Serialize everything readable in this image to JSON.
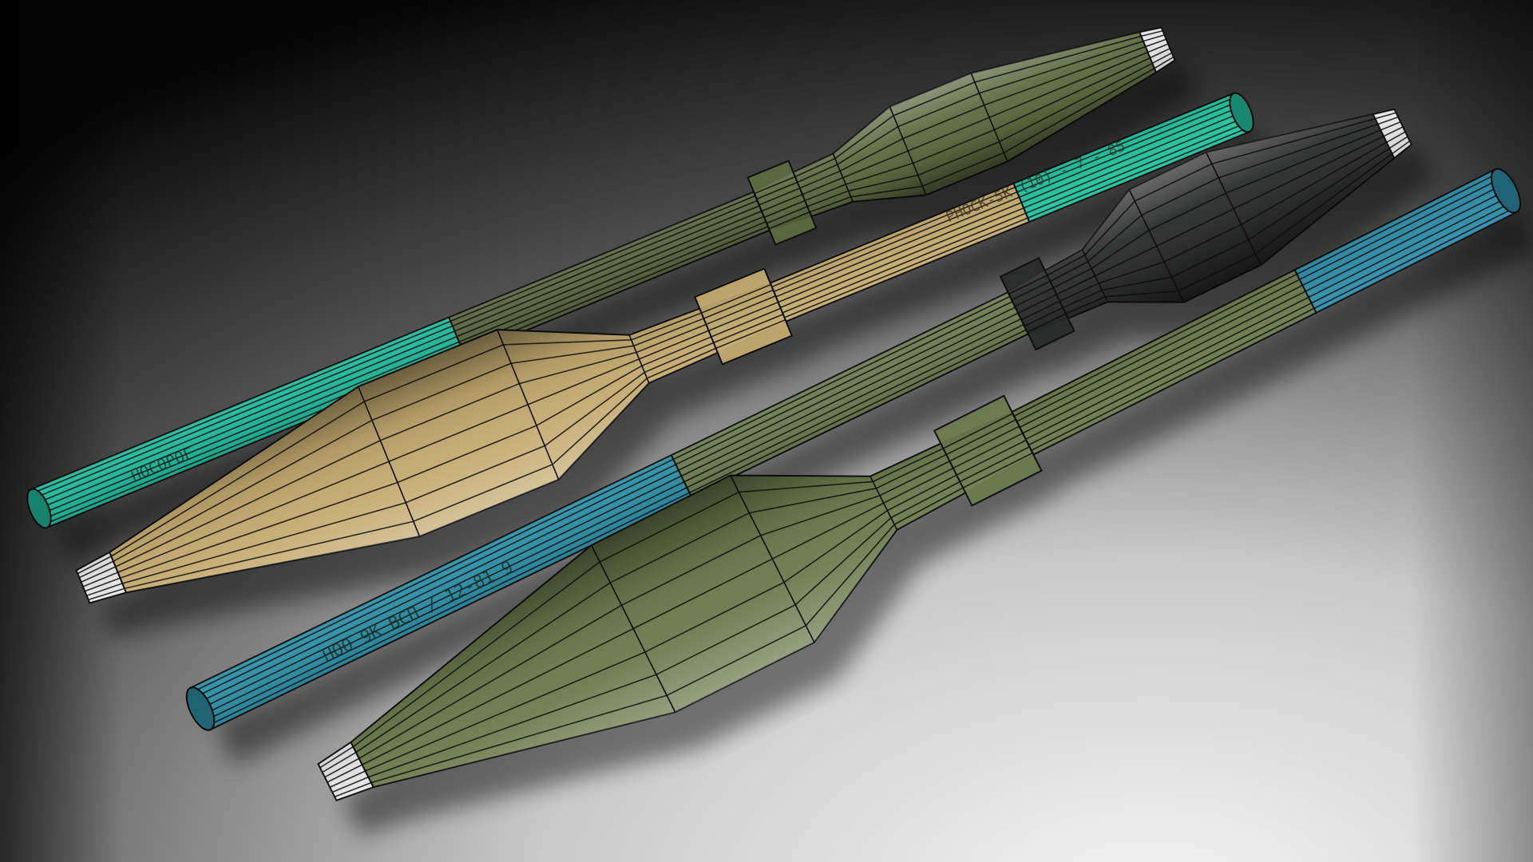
{
  "scene": {
    "background_top": "#050505",
    "background_bottom": "#f2f2f2",
    "outline_color": "#0d0d0d",
    "tip_cap_color": "#e6e6e6"
  },
  "rockets": [
    {
      "name": "rocket-1",
      "tail_color": "#1fb89a",
      "tube_color": "#59653f",
      "warhead_color": "#5c6a40",
      "tail_label": "НОСОРОГ"
    },
    {
      "name": "rocket-2",
      "tail_color": "#22c4a0",
      "tube_color": "#c7ad72",
      "warhead_color": "#c4aa70",
      "tube_label": "РНОСК-5К  (10) - 7 - 85"
    },
    {
      "name": "rocket-3",
      "tail_color": "#2d8fa6",
      "tube_color": "#6d7c51",
      "warhead_color": "#2a2b2b",
      "tail_label": "НОО 9К ВСП / 12-81 9"
    },
    {
      "name": "rocket-4",
      "tail_color": "#2f8ea8",
      "tube_color": "#6a7a4c",
      "warhead_color": "#6b7b4d"
    }
  ]
}
